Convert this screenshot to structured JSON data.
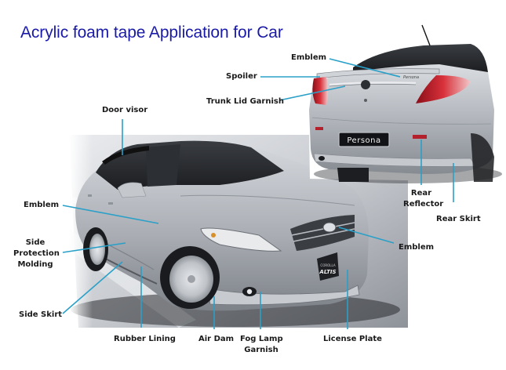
{
  "title": "Acrylic foam tape Application for Car",
  "colors": {
    "title": "#1a1aa8",
    "callout_line": "#2aa0c8",
    "label_text": "#1a1a1a",
    "car_body": "#b8bcc2",
    "taillight": "#c0202c"
  },
  "rear_car": {
    "model_badge": "Persona",
    "labels": {
      "emblem": "Emblem",
      "spoiler": "Spoiler",
      "trunk_lid_garnish": "Trunk Lid Garnish",
      "rear_reflector_line1": "Rear",
      "rear_reflector_line2": "Reflector",
      "rear_skirt": "Rear Skirt"
    }
  },
  "front_car": {
    "model_badge_line1": "COROLLA",
    "model_badge_line2": "ALTIS",
    "labels": {
      "door_visor": "Door visor",
      "emblem_side": "Emblem",
      "side_protection_line1": "Side",
      "side_protection_line2": "Protection",
      "side_protection_line3": "Molding",
      "side_skirt": "Side Skirt",
      "rubber_lining": "Rubber Lining",
      "air_dam": "Air Dam",
      "fog_lamp_line1": "Fog Lamp",
      "fog_lamp_line2": "Garnish",
      "license_plate": "License Plate",
      "emblem_front": "Emblem"
    }
  }
}
